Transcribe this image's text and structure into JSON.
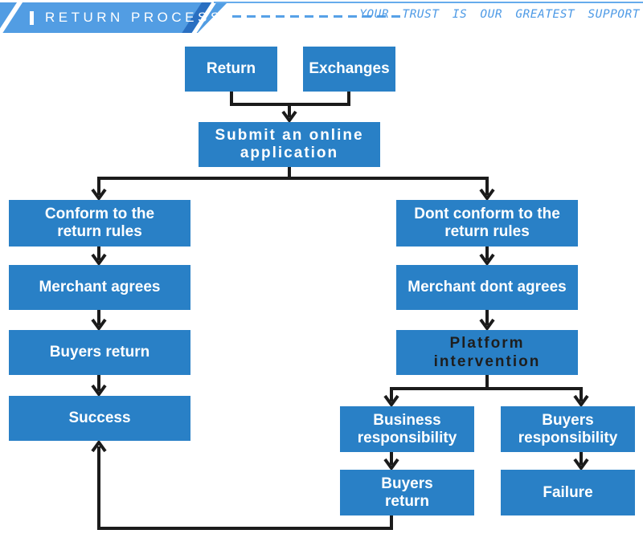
{
  "header": {
    "title": "RETURN PROCESS",
    "slogan": "YOUR TRUST IS OUR GREATEST SUPPORT"
  },
  "flowchart": {
    "boxes": [
      {
        "id": "return",
        "label": "Return"
      },
      {
        "id": "exchanges",
        "label": "Exchanges"
      },
      {
        "id": "submit-application",
        "label": "Submit an online\napplication"
      },
      {
        "id": "conform-rules",
        "label": "Conform to the\nreturn rules"
      },
      {
        "id": "merchant-agrees",
        "label": "Merchant agrees"
      },
      {
        "id": "buyers-return",
        "label": "Buyers return"
      },
      {
        "id": "success",
        "label": "Success"
      },
      {
        "id": "dont-conform-rules",
        "label": "Dont conform to the\nreturn rules"
      },
      {
        "id": "merchant-dont-agrees",
        "label": "Merchant dont agrees"
      },
      {
        "id": "platform-intervention",
        "label": "Platform\nintervention"
      },
      {
        "id": "business-responsibility",
        "label": "Business\nresponsibility"
      },
      {
        "id": "buyers-responsibility",
        "label": "Buyers\nresponsibility"
      },
      {
        "id": "buyers-return-2",
        "label": "Buyers\nreturn"
      },
      {
        "id": "failure",
        "label": "Failure"
      }
    ]
  },
  "colors": {
    "box_blue": "#2980c6",
    "banner_blue": "#529de3",
    "banner_accent_dark": "#2a6fc1",
    "dash_blue": "#57a1e7",
    "slogan_blue": "#4d9ae6",
    "connector_black": "#1b1b1b",
    "platform_text": "#1e1e1e"
  }
}
